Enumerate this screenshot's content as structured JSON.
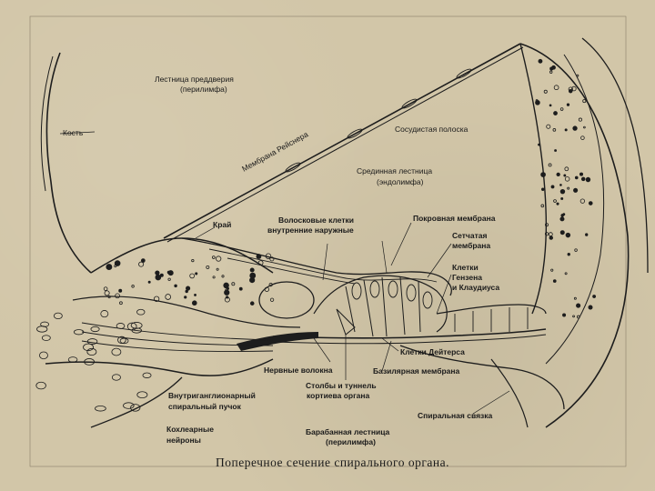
{
  "labels": {
    "scala_vestibuli": "Лестница преддверия",
    "scala_vestibuli_sub": "(перилимфа)",
    "bone": "Кость",
    "reissner": "Мембрана Рейснера",
    "stria": "Сосудистая полоска",
    "scala_media": "Срединная лестница",
    "scala_media_sub": "(эндолимфа)",
    "limbus": "Край",
    "hair_cells": "Волосковые клетки",
    "hair_cells_sub": "внутренние наружные",
    "tectorial": "Покровная мембрана",
    "reticular": "Сетчатая",
    "reticular_sub": "мембрана",
    "hensen_1": "Клетки",
    "hensen_2": "Гензена",
    "hensen_3": "и Клаудиуса",
    "deiters": "Клетки Дейтерса",
    "nerve_fibers": "Нервные волокна",
    "basilar": "Базилярная мембрана",
    "pillars_1": "Столбы и туннель",
    "pillars_2": "кортиева органа",
    "spiral_ligament": "Спиральная связка",
    "intraganglionic_1": "Внутриганглионарный",
    "intraganglionic_2": "спиральный пучок",
    "cochlear_neurons_1": "Кохлеарные",
    "cochlear_neurons_2": "нейроны",
    "scala_tympani": "Барабанная лестница",
    "scala_tympani_sub": "(перилимфа)"
  },
  "caption": "Поперечное сечение спирального органа."
}
